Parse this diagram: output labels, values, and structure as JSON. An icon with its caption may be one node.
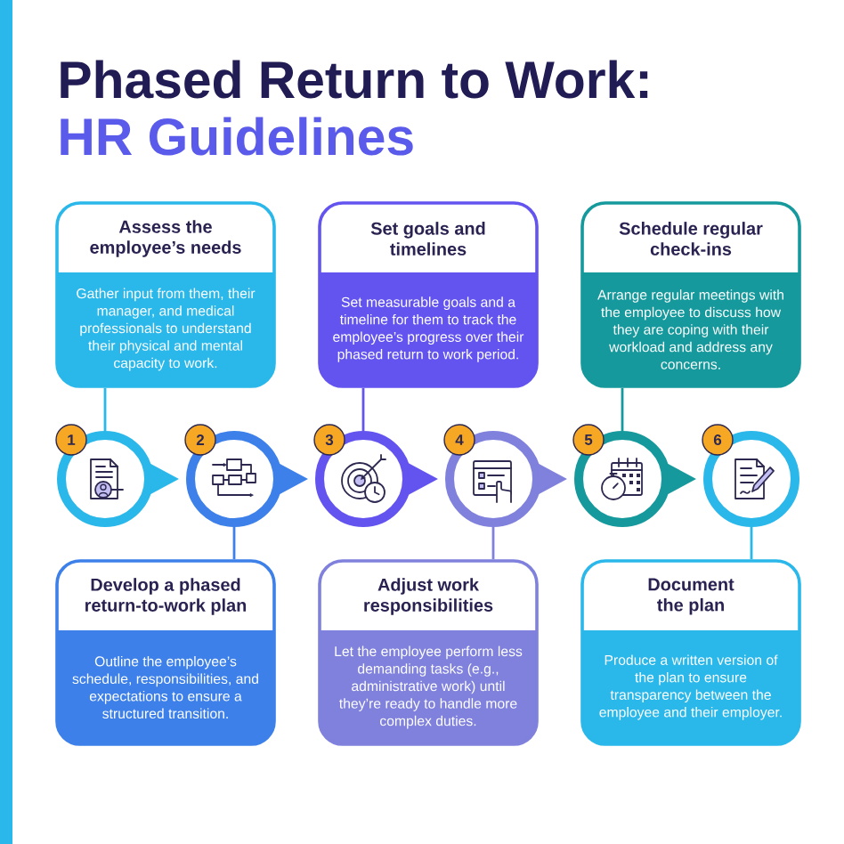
{
  "diagram": {
    "title": "Phased Return to Work:",
    "labels": [
      "HR Guidelines"
    ],
    "nodes": [
      {
        "text": [
          "Assess the employee’s needs",
          "Gather input from them, their manager, and medical professionals to understand their physical and mental capacity to work."
        ]
      },
      {
        "text": [
          "Set goals and timelines",
          "Set measurable goals and a timeline for them to track the employee’s progress over their phased return to work period."
        ]
      },
      {
        "text": [
          "Schedule regular check-ins",
          "Arrange regular meetings with the employee to discuss how they are coping with their workload and address any concerns."
        ]
      },
      {
        "text": [
          "1"
        ]
      },
      {
        "text": [
          "2"
        ]
      },
      {
        "text": [
          "3"
        ]
      },
      {
        "text": [
          "4"
        ]
      },
      {
        "text": [
          "5"
        ]
      },
      {
        "text": [
          "6"
        ]
      },
      {
        "text": [
          "Develop a phased return-to-work plan",
          "Outline the employee’s schedule, responsibilities, and expectations to ensure a structured transition."
        ]
      },
      {
        "text": [
          "Adjust work responsibilities",
          "Let the employee perform less demanding tasks (e.g., administrative work) until they’re ready to handle more complex duties."
        ]
      },
      {
        "text": [
          "Document the plan",
          "Produce a written version of the plan to ensure transparency between the employee and their employer."
        ]
      }
    ],
    "edges": [
      {
        "from": 0,
        "to": 3,
        "arrow": "none",
        "color": "#2ab7ea"
      },
      {
        "from": 1,
        "to": 5,
        "arrow": "none",
        "color": "#6354f0"
      },
      {
        "from": 2,
        "to": 7,
        "arrow": "none",
        "color": "#16999c"
      },
      {
        "from": 3,
        "to": 4,
        "arrow": "to",
        "color": "#2ab7ea"
      },
      {
        "from": 4,
        "to": 5,
        "arrow": "to",
        "color": "#3d80e9"
      },
      {
        "from": 5,
        "to": 6,
        "arrow": "to",
        "color": "#6354f0"
      },
      {
        "from": 6,
        "to": 7,
        "arrow": "to",
        "color": "#7f81dc"
      },
      {
        "from": 7,
        "to": 8,
        "arrow": "to",
        "color": "#16999c"
      },
      {
        "from": 4,
        "to": 9,
        "arrow": "none",
        "color": "#3d80e9"
      },
      {
        "from": 6,
        "to": 10,
        "arrow": "none",
        "color": "#7f81dc"
      },
      {
        "from": 8,
        "to": 11,
        "arrow": "none",
        "color": "#2ab7ea"
      }
    ]
  }
}
